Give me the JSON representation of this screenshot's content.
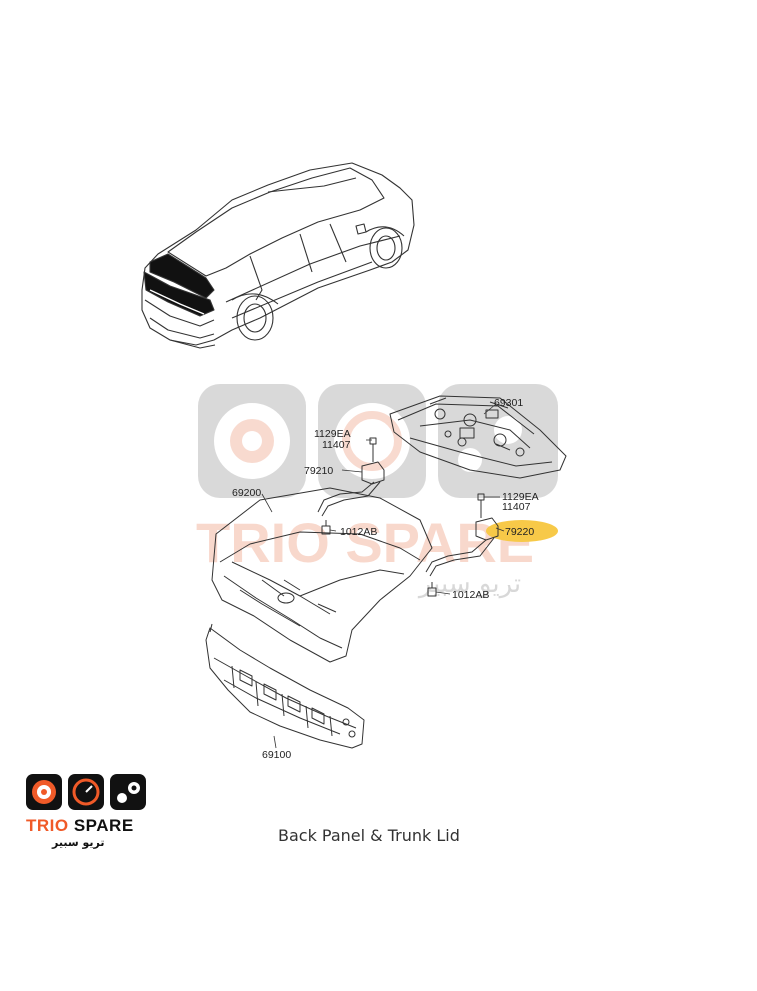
{
  "diagram": {
    "callouts": {
      "trunk_lid": "69200",
      "rear_package_tray": "69301",
      "back_panel": "69100",
      "hinge_left": "79210",
      "hinge_right": "79220",
      "screw_left_a": "1129EA",
      "screw_left_b": "11407",
      "screw_right_a": "1129EA",
      "screw_right_b": "11407",
      "bolt_left": "1012AB",
      "bolt_right": "1012AB"
    },
    "highlighted_part": "79220",
    "highlight_color": "#f7c948"
  },
  "watermark": {
    "brand_text": "TRIO SPARE",
    "arabic_text": "تريو سبير"
  },
  "logo": {
    "brand_part_a": "TRIO",
    "brand_part_b": "SPARE",
    "arabic": "تريو سبير",
    "colors": {
      "accent": "#f05a28",
      "dark": "#111111"
    }
  },
  "caption": "Back Panel & Trunk Lid"
}
